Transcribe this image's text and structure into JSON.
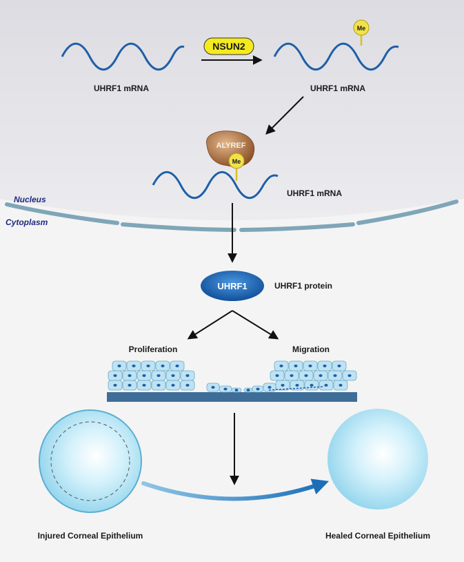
{
  "labels": {
    "nsun2": "NSUN2",
    "me": "Me",
    "mrna_left": "UHRF1 mRNA",
    "mrna_right": "UHRF1 mRNA",
    "mrna_nucleus": "UHRF1 mRNA",
    "alyref": "ALYREF",
    "nucleus": "Nucleus",
    "cytoplasm": "Cytoplasm",
    "uhrf1": "UHRF1",
    "uhrf1_protein": "UHRF1 protein",
    "proliferation": "Proliferation",
    "migration": "Migration",
    "injured": "Injured Corneal Epithelium",
    "healed": "Healed Corneal Epithelium"
  },
  "colors": {
    "mrna": "#1f5fa8",
    "nsun2_fill": "#f5ea1e",
    "me_fill": "#f2e24a",
    "alyref_fill": "#a8683a",
    "membrane": "#7fa6b8",
    "protein": "#1b63b5",
    "cell_fill": "#bfe3f3",
    "basement": "#3e6e98",
    "cornea": "#aee2f2"
  }
}
